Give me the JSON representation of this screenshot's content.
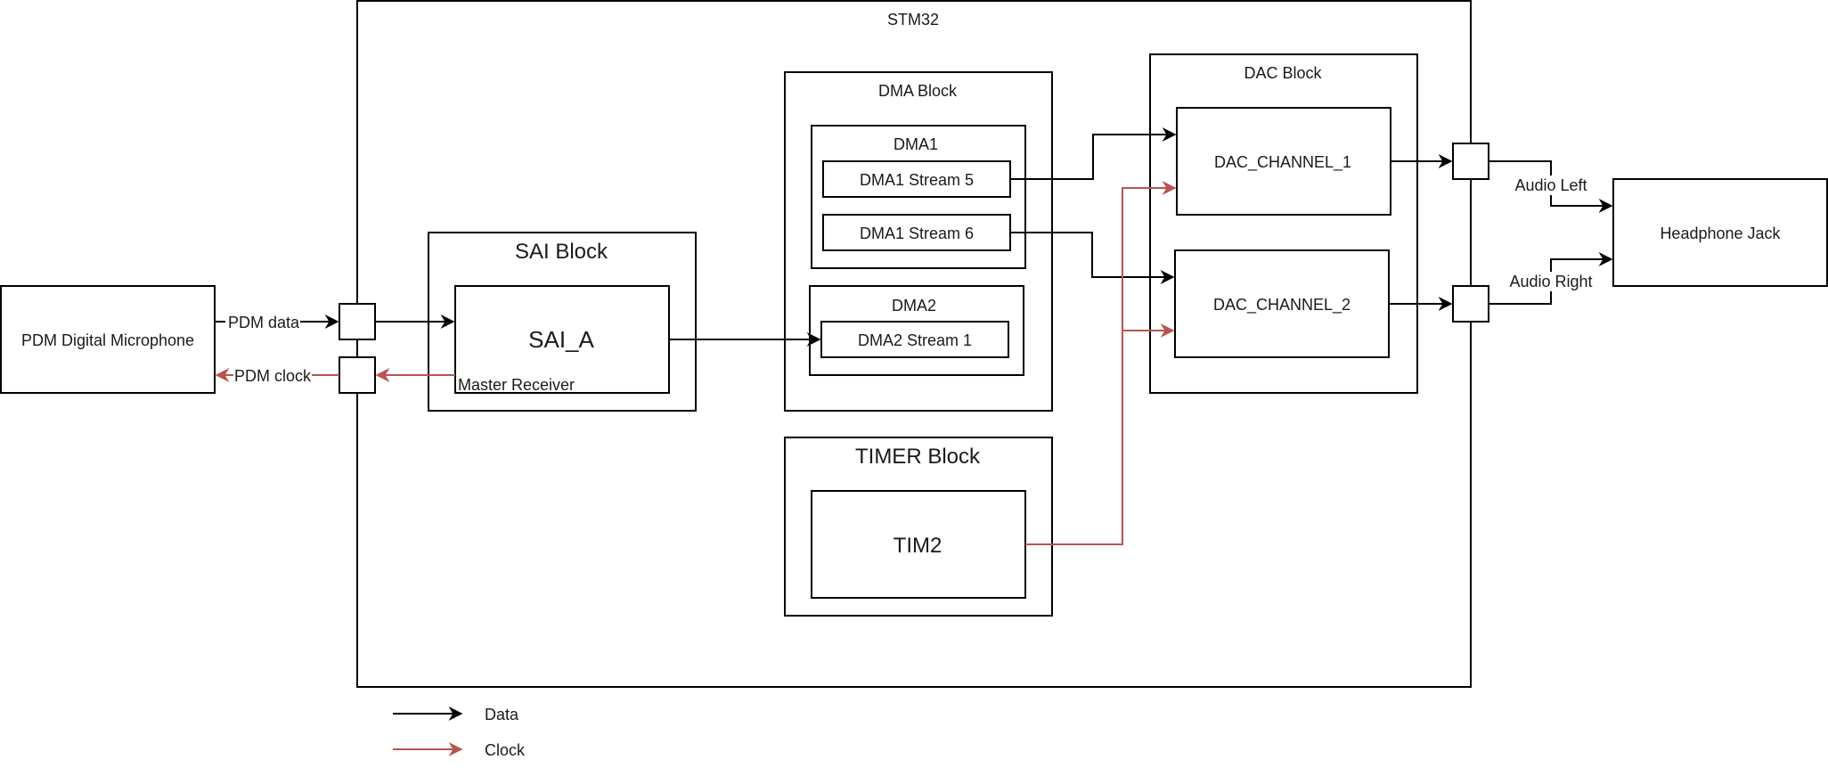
{
  "blocks": {
    "stm32": "STM32",
    "sai_block": "SAI Block",
    "sai_a": "SAI_A",
    "master_receiver": "Master Receiver",
    "dma_block": "DMA Block",
    "dma1": "DMA1",
    "dma1_stream5": "DMA1 Stream 5",
    "dma1_stream6": "DMA1 Stream 6",
    "dma2": "DMA2",
    "dma2_stream1": "DMA2 Stream 1",
    "timer_block": "TIMER Block",
    "tim2": "TIM2",
    "dac_block": "DAC Block",
    "dac_channel_1": "DAC_CHANNEL_1",
    "dac_channel_2": "DAC_CHANNEL_2",
    "mic": "PDM Digital Microphone",
    "headphone": "Headphone Jack"
  },
  "edges": {
    "pdm_data": "PDM data",
    "pdm_clock": "PDM clock",
    "audio_left": "Audio Left",
    "audio_right": "Audio Right"
  },
  "legend": {
    "data": "Data",
    "clock": "Clock"
  },
  "colors": {
    "data": "#000000",
    "clock": "#b85450"
  }
}
